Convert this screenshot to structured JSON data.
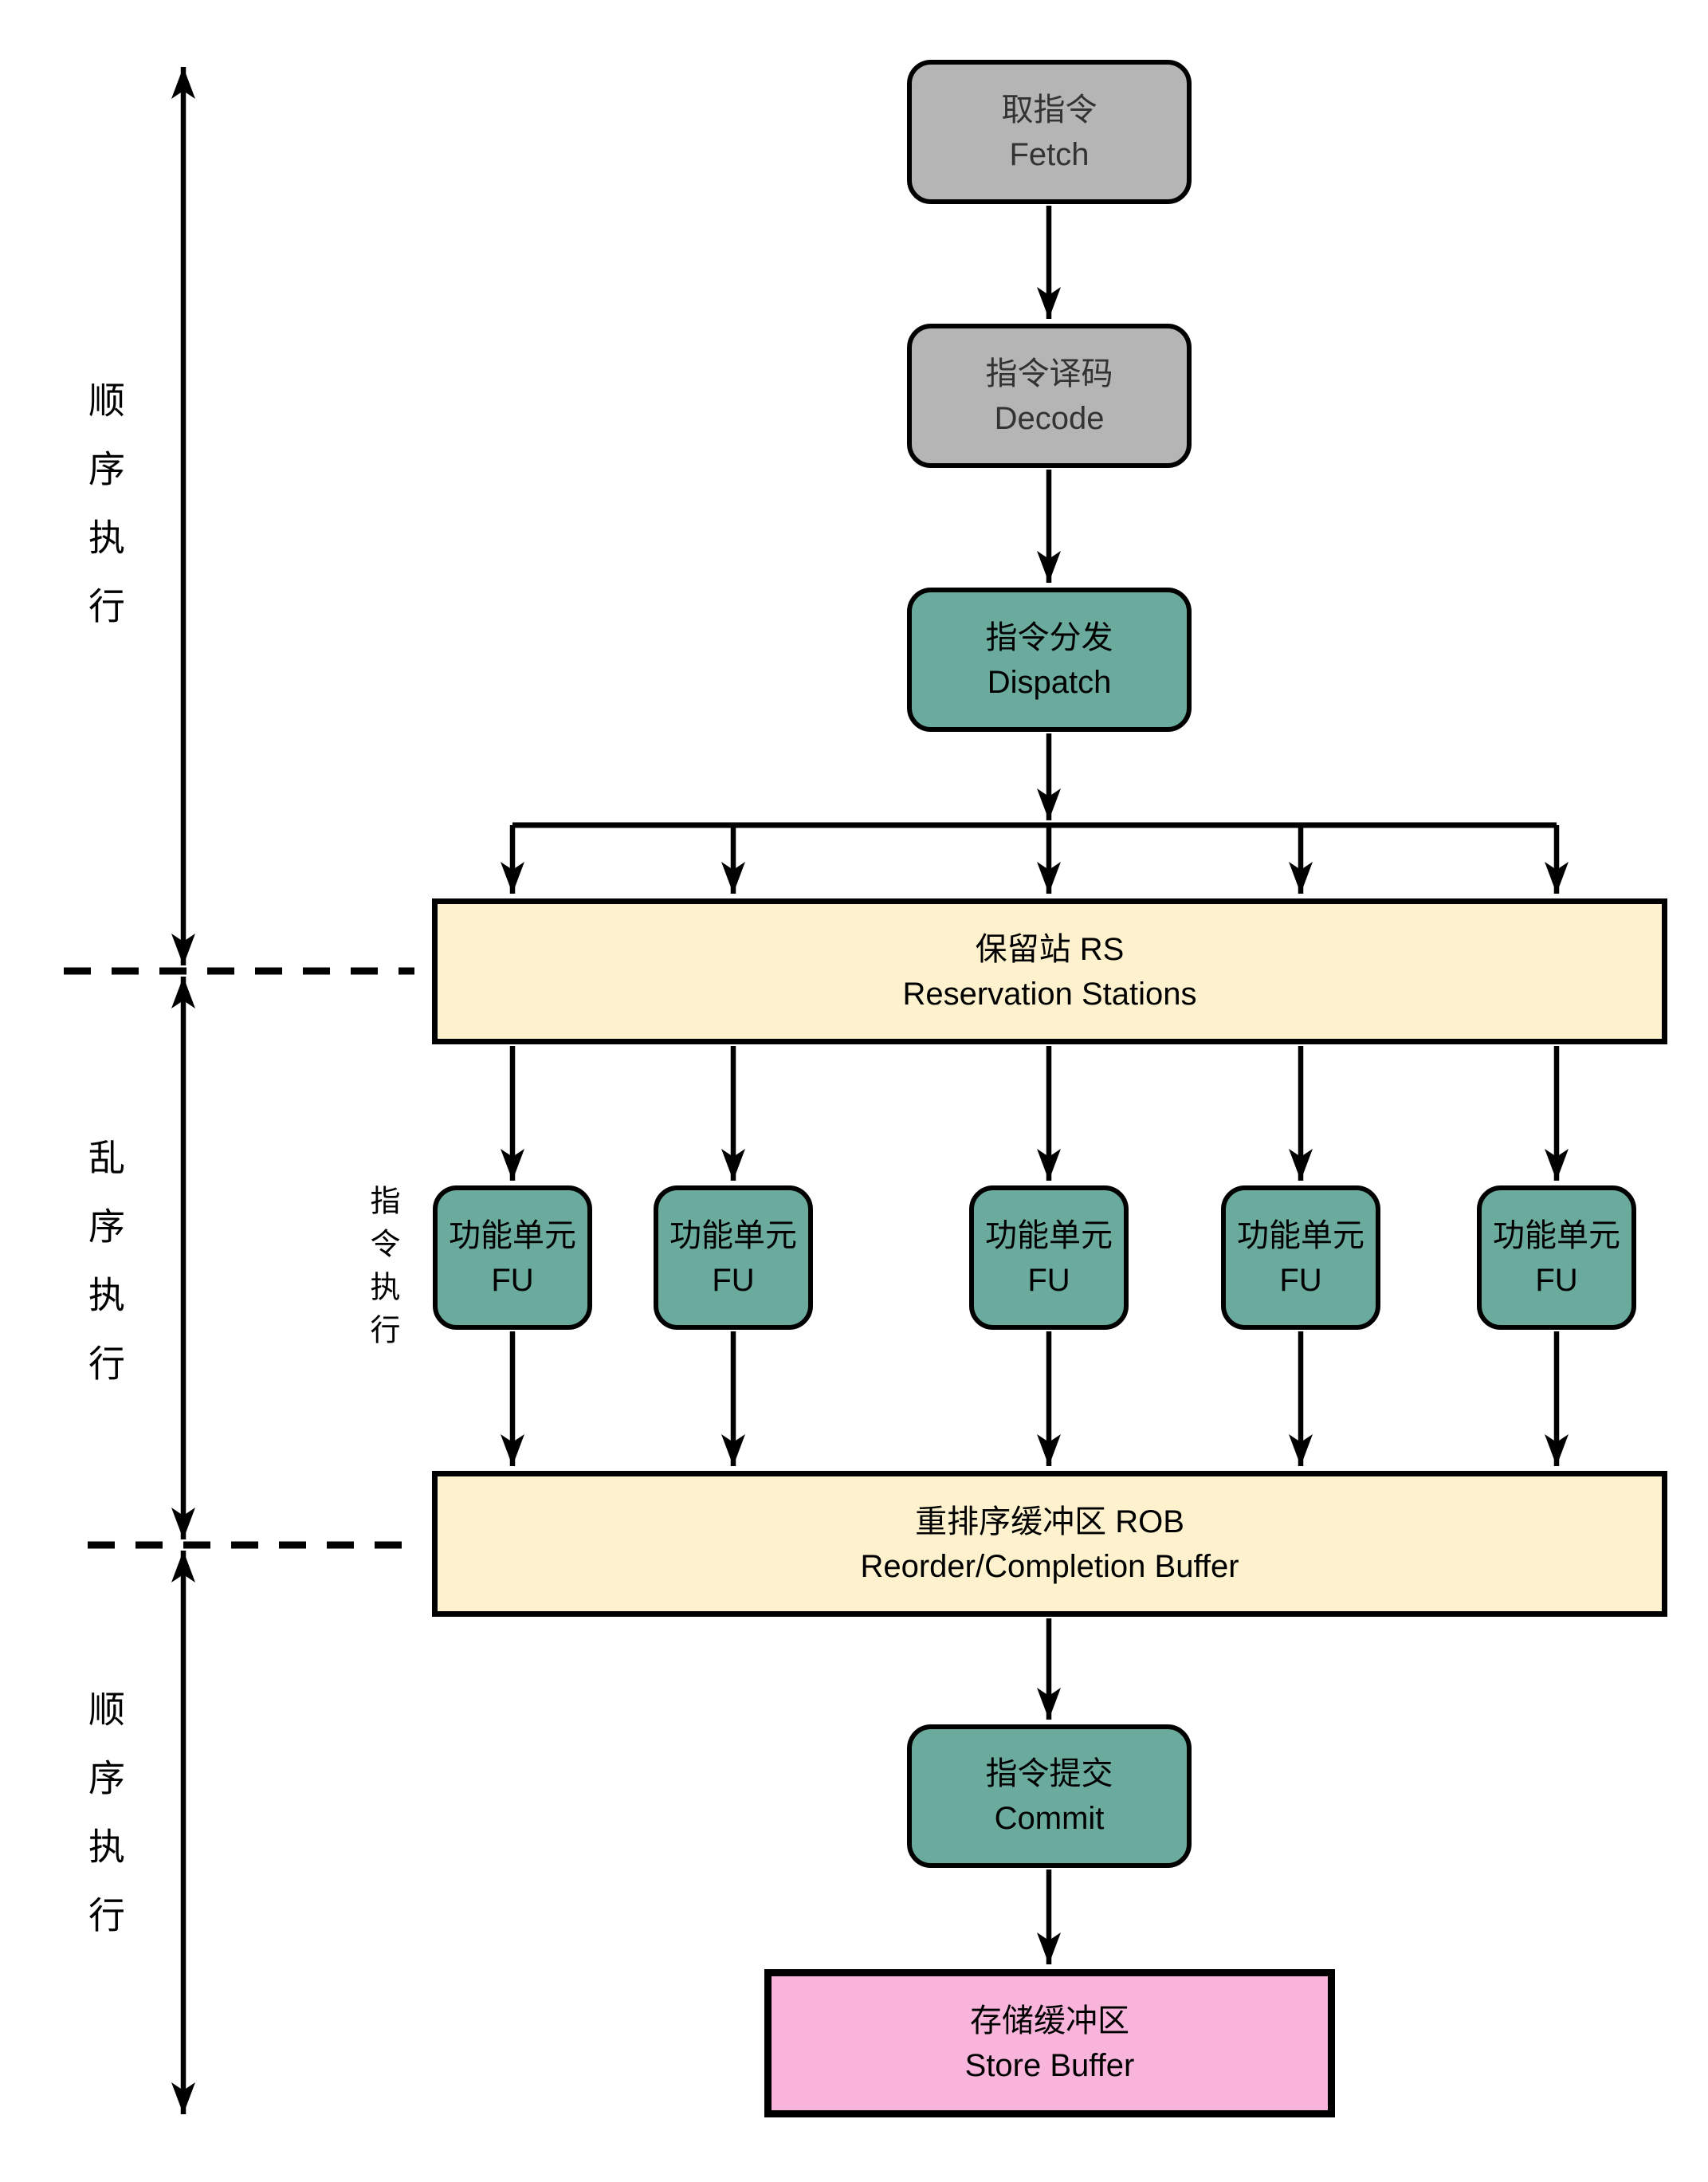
{
  "diagram": {
    "subject": "out-of-order-cpu-pipeline",
    "phases": {
      "in_order_top": "顺序执行",
      "out_of_order": "乱序执行",
      "in_order_bottom": "顺序执行",
      "execute_label": "指令执行"
    },
    "nodes": {
      "fetch": {
        "zh": "取指令",
        "en": "Fetch"
      },
      "decode": {
        "zh": "指令译码",
        "en": "Decode"
      },
      "dispatch": {
        "zh": "指令分发",
        "en": "Dispatch"
      },
      "rs": {
        "zh": "保留站 RS",
        "en": "Reservation Stations"
      },
      "fu": {
        "zh": "功能单元",
        "en": "FU"
      },
      "rob": {
        "zh": "重排序缓冲区 ROB",
        "en": "Reorder/Completion Buffer"
      },
      "commit": {
        "zh": "指令提交",
        "en": "Commit"
      },
      "store": {
        "zh": "存储缓冲区",
        "en": "Store Buffer"
      }
    },
    "colors": {
      "stage_gray": "#b5b5b5",
      "stage_teal": "#6aab9e",
      "buffer_yellow": "#fdf2cd",
      "store_pink": "#f8b4db",
      "line_black": "#000000",
      "gray_text": "#333333",
      "background": "#ffffff"
    }
  }
}
